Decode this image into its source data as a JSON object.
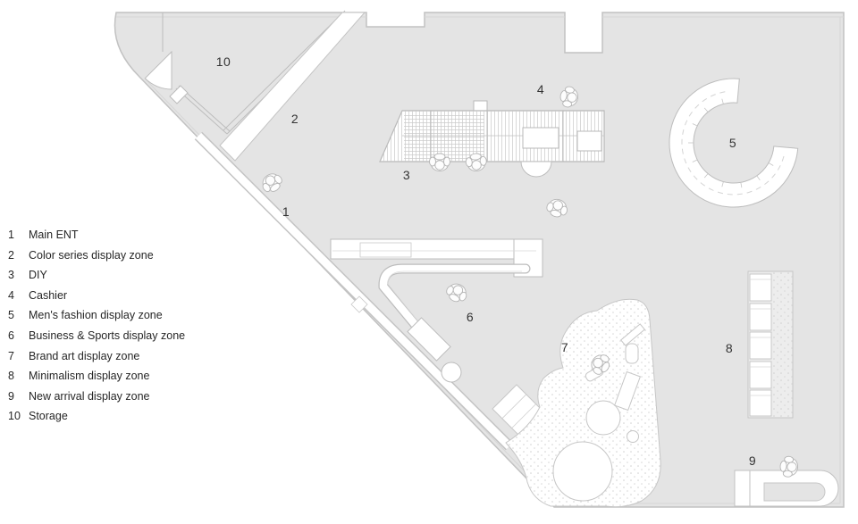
{
  "legend": {
    "items": [
      {
        "number": "1",
        "label": "Main ENT"
      },
      {
        "number": "2",
        "label": "Color series display zone"
      },
      {
        "number": "3",
        "label": "DIY"
      },
      {
        "number": "4",
        "label": "Cashier"
      },
      {
        "number": "5",
        "label": "Men's fashion display zone"
      },
      {
        "number": "6",
        "label": "Business & Sports display zone"
      },
      {
        "number": "7",
        "label": "Brand art display zone"
      },
      {
        "number": "8",
        "label": "Minimalism display zone"
      },
      {
        "number": "9",
        "label": "New arrival display zone"
      },
      {
        "number": "10",
        "label": "Storage"
      }
    ]
  },
  "plan": {
    "labels": [
      "1",
      "2",
      "3",
      "4",
      "5",
      "6",
      "7",
      "8",
      "9",
      "10"
    ]
  },
  "colors": {
    "background": "#ffffff",
    "floor_fill": "#e4e4e4",
    "outline": "#c2c2c2",
    "detail_line": "#bdbdbd",
    "hatch_line": "#c9c9c9",
    "text": "#2b2b2b"
  }
}
